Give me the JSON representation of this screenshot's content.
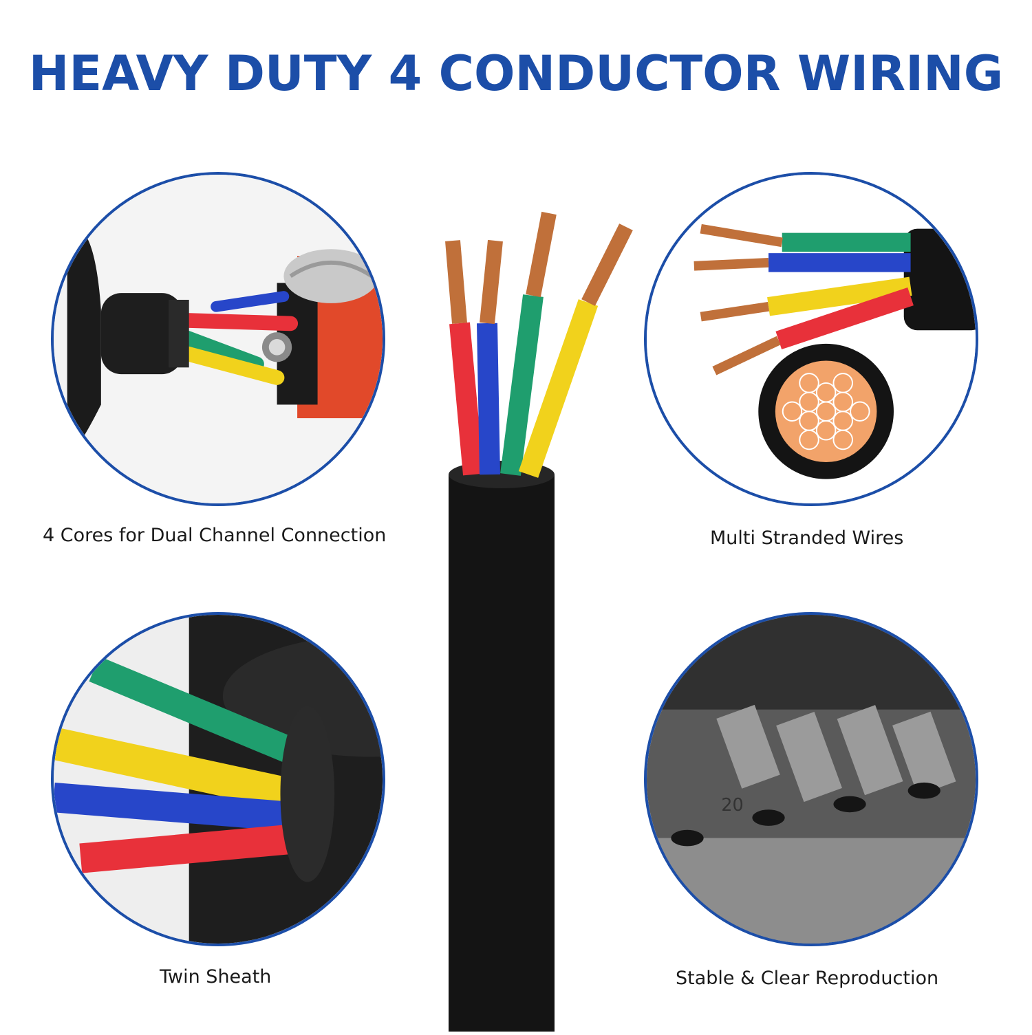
{
  "title": "HEAVY DUTY 4 CONDUCTOR WIRING",
  "features": [
    {
      "caption": "4 Cores for Dual Channel Connection",
      "icon": "connector-wiring-photo"
    },
    {
      "caption": "Multi Stranded Wires",
      "icon": "stranded-wires-photo"
    },
    {
      "caption": "Twin Sheath",
      "icon": "twin-sheath-photo"
    },
    {
      "caption": "Stable & Clear Reproduction",
      "icon": "mixing-console-photo"
    }
  ],
  "colors": {
    "accent": "#1c4ea8",
    "wire_red": "#e8313a",
    "wire_blue": "#2746c9",
    "wire_green": "#1f9e6e",
    "wire_yellow": "#f1d21c",
    "copper": "#c0703a",
    "jacket": "#141414"
  },
  "console_label": "20"
}
